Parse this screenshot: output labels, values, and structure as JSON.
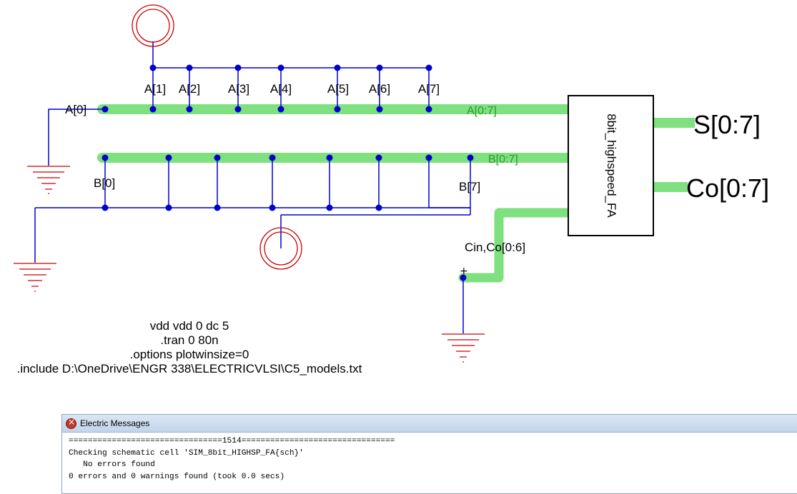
{
  "schematic": {
    "a_bits": [
      "A[1]",
      "A[2]",
      "A[3]",
      "A[4]",
      "A[5]",
      "A[6]",
      "A[7]"
    ],
    "a_zero": "A[0]",
    "a_bus": "A[0:7]",
    "b_zero": "B[0]",
    "b_seven": "B[7]",
    "b_bus": "B[0:7]",
    "block_label": "8bit_highspeed_FA",
    "output_sum": "S[0:7]",
    "output_carry": "Co[0:7]",
    "carry_in_label": "Cin,Co[0:6]"
  },
  "spice_code": [
    "vdd vdd 0 dc 5",
    ".tran 0 80n",
    ".options plotwinsize=0",
    ".include D:\\OneDrive\\ENGR 338\\ELECTRICVLSI\\C5_models.txt"
  ],
  "messages_window": {
    "title": "Electric Messages",
    "lines": [
      "================================1514================================",
      "Checking schematic cell 'SIM_8bit_HIGHSP_FA{sch}'",
      "   No errors found",
      "0 errors and 0 warnings found (took 0.0 secs)"
    ]
  },
  "colors": {
    "wire": "#0000cc",
    "bus": "#7fe07f",
    "power": "#cc0000",
    "ground": "#cc0000"
  }
}
